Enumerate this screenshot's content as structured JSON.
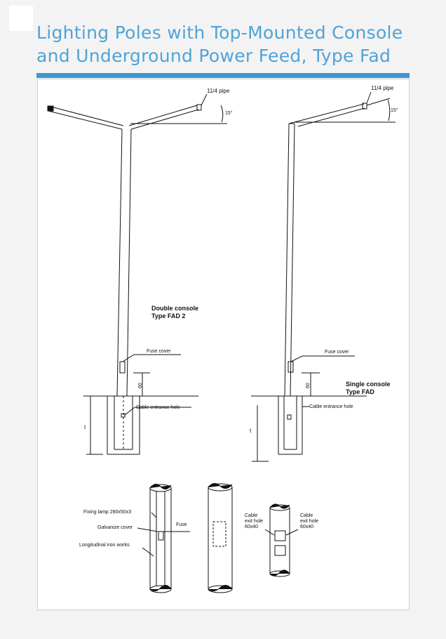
{
  "title": {
    "line1": "Lighting Poles with Top-Mounted Console",
    "line2": "and Underground Power Feed, Type Fad"
  },
  "colors": {
    "title": "#4fa3d9",
    "rule": "#3f97d1",
    "ink": "#111111"
  },
  "double_pole": {
    "pipe_label": "11/4 pipe",
    "angle_label": "15°",
    "caption_line1": "Double console",
    "caption_line2": "Type FAD 2",
    "fuse_label": "Fuse cover",
    "dim_label": "60",
    "cable_label": "Cable entrance hole",
    "depth_label": "t"
  },
  "single_pole": {
    "pipe_label": "11/4 pipe",
    "angle_label": "15°",
    "caption_line1": "Single console",
    "caption_line2": "Type FAD",
    "fuse_label": "Fuse cover",
    "dim_label": "60",
    "cable_label": "Cable entrance hole",
    "depth_label": "t"
  },
  "details": {
    "fixing_label": "Fixing lamp 280x50x3",
    "galvanize_label": "Galvanize cover",
    "iron_label": "Longitudinal iron works",
    "fuse_label": "Fuse",
    "exit_left_line1": "Cable",
    "exit_left_line2": "exit hole",
    "exit_left_line3": "60x40",
    "exit_right_line1": "Cable",
    "exit_right_line2": "exit hole",
    "exit_right_line3": "60x40"
  }
}
